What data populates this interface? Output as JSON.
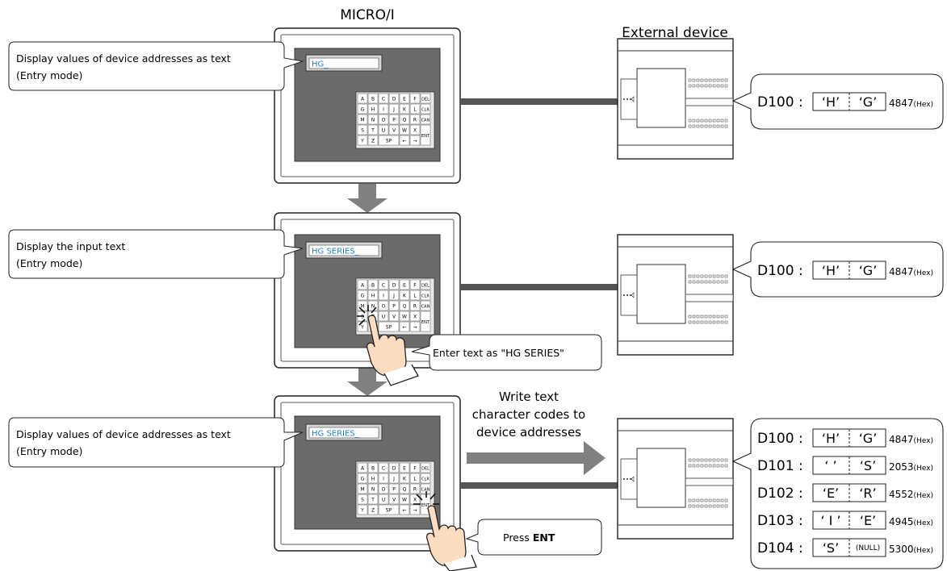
{
  "title_device": "MICRO/I",
  "title_external": "External device",
  "keypad": {
    "rows": [
      [
        "A",
        "B",
        "C",
        "D",
        "E",
        "F",
        "DEL"
      ],
      [
        "G",
        "H",
        "I",
        "J",
        "K",
        "L",
        "CLR"
      ],
      [
        "M",
        "N",
        "O",
        "P",
        "Q",
        "R",
        "CAN"
      ],
      [
        "S",
        "T",
        "U",
        "V",
        "W",
        "X",
        ""
      ],
      [
        "Y",
        "Z",
        "SP",
        "",
        "←",
        "→",
        ""
      ]
    ],
    "ent": "ENT"
  },
  "panels": [
    {
      "screen_text": "HG_",
      "callout": [
        "Display values of device addresses as text",
        "(Entry mode)"
      ],
      "memory": [
        {
          "addr": "D100 :",
          "c1": "‘H’",
          "c2": "‘G’",
          "hex": "4847",
          "unit": "(Hex)"
        }
      ]
    },
    {
      "screen_text": "HG SERIES_",
      "callout": [
        "Display the input text",
        "(Entry mode)"
      ],
      "action": "Enter text as  \"HG SERIES\"",
      "memory": [
        {
          "addr": "D100 :",
          "c1": "‘H’",
          "c2": "‘G’",
          "hex": "4847",
          "unit": "(Hex)"
        }
      ]
    },
    {
      "screen_text": "HG SERIES_",
      "callout": [
        "Display values of device addresses as text",
        "(Entry mode)"
      ],
      "action_prefix": "Press ",
      "action_bold": "ENT",
      "write_label": [
        "Write text",
        "character codes to",
        "device addresses"
      ],
      "memory": [
        {
          "addr": "D100 :",
          "c1": "‘H’",
          "c2": "‘G’",
          "hex": "4847",
          "unit": "(Hex)"
        },
        {
          "addr": "D101 :",
          "c1": "‘  ’",
          "c2": "‘S’",
          "hex": "2053",
          "unit": "(Hex)"
        },
        {
          "addr": "D102 :",
          "c1": "‘E’",
          "c2": "‘R’",
          "hex": "4552",
          "unit": "(Hex)"
        },
        {
          "addr": "D103 :",
          "c1": "‘ I ’",
          "c2": "‘E’",
          "hex": "4945",
          "unit": "(Hex)"
        },
        {
          "addr": "D104 :",
          "c1": "‘S’",
          "c2": "(NULL)",
          "hex": "5300",
          "unit": "(Hex)"
        }
      ]
    }
  ],
  "colors": {
    "screen_text": "#1f7fd0",
    "arrow": "#808080",
    "connector": "#555555"
  }
}
